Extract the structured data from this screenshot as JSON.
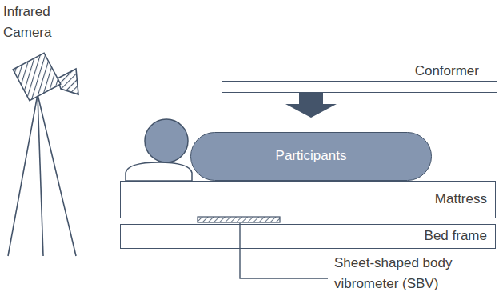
{
  "diagram": {
    "nodes": [
      {
        "text": [
          "Conformer"
        ]
      },
      {
        "text": [
          "Participants"
        ]
      },
      {
        "text": [
          "Mattress"
        ]
      },
      {
        "text": [
          "Bed frame"
        ]
      }
    ],
    "edges": [
      {
        "from": 0,
        "to": 1,
        "arrow": "to"
      }
    ],
    "labels": [
      "Infrared Camera",
      "Sheet-shaped body vibrometer (SBV)"
    ]
  }
}
